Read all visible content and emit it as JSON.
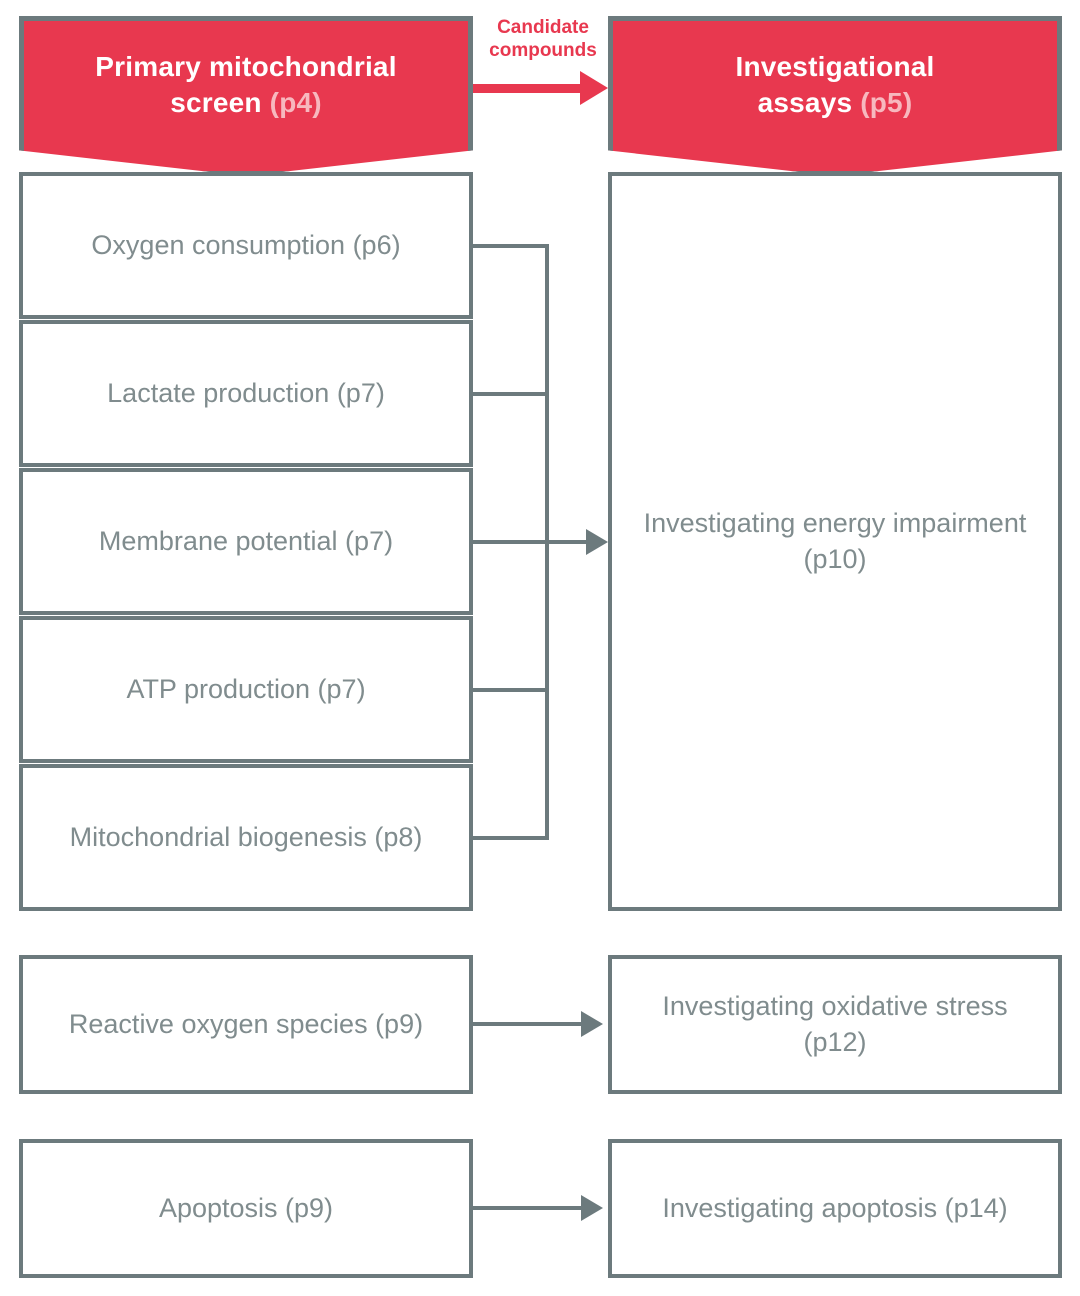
{
  "diagram": {
    "title_left": "Primary mitochondrial screen",
    "title_right": "Investigational assays",
    "colors": {
      "accent_red": "#E8384F",
      "banner_page_ref": "#F7B8BE",
      "border_gray": "#6C7A7D",
      "body_text_gray": "#808C8E",
      "background": "#FFFFFF"
    }
  },
  "banners": {
    "left": {
      "line1": "Primary mitochondrial",
      "line2": "screen",
      "page_ref": "(p4)"
    },
    "right": {
      "line1": "Investigational",
      "line2": "assays",
      "page_ref": "(p5)"
    }
  },
  "flow_label": {
    "line1": "Candidate",
    "line2": "compounds"
  },
  "left_column": {
    "group_1": [
      {
        "label": "Oxygen consumption (p6)",
        "page_ref": "p6"
      },
      {
        "label": "Lactate production (p7)",
        "page_ref": "p7"
      },
      {
        "label": "Membrane potential (p7)",
        "page_ref": "p7"
      },
      {
        "label": "ATP production (p7)",
        "page_ref": "p7"
      },
      {
        "label": "Mitochondrial biogenesis (p8)",
        "page_ref": "p8"
      }
    ],
    "row_2": {
      "label": "Reactive oxygen species (p9)",
      "page_ref": "p9"
    },
    "row_3": {
      "label": "Apoptosis (p9)",
      "page_ref": "p9"
    }
  },
  "right_column": {
    "group_1": {
      "label": "Investigating energy impairment (p10)",
      "page_ref": "p10"
    },
    "row_2": {
      "label": "Investigating oxidative stress (p12)",
      "page_ref": "p12"
    },
    "row_3": {
      "label": "Investigating apoptosis (p14)",
      "page_ref": "p14"
    }
  }
}
